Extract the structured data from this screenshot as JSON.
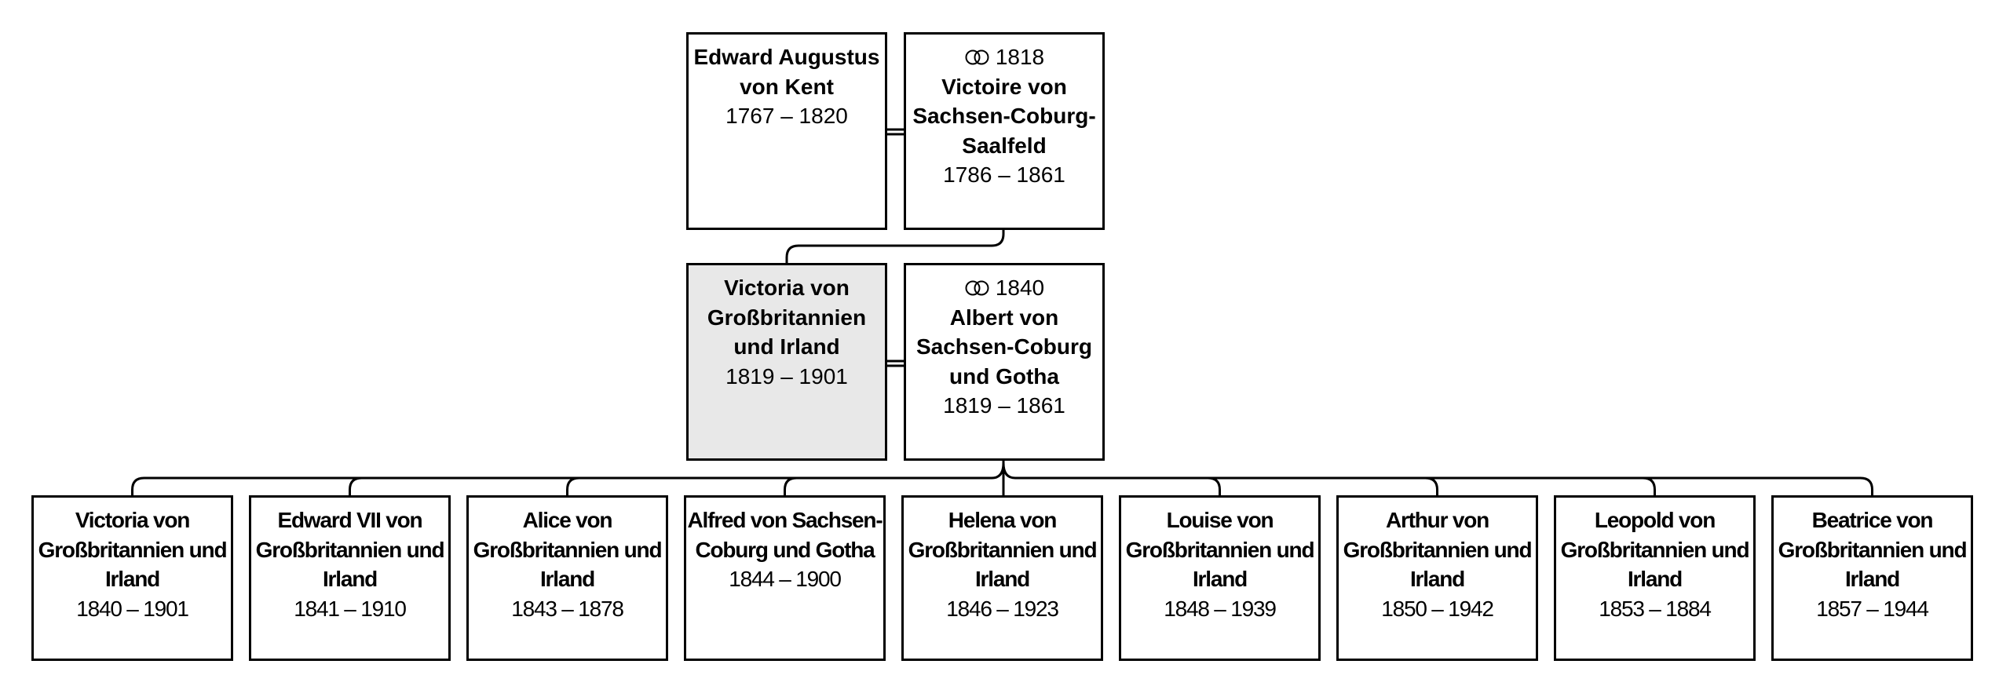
{
  "parents": {
    "father": {
      "name": "Edward Augustus von Kent",
      "dates": "1767 – 1820"
    },
    "mother": {
      "marriage_year": "1818",
      "name": "Victoire von Sachsen-Coburg-Saalfeld",
      "dates": "1786 – 1861"
    }
  },
  "couple": {
    "focus": {
      "name": "Victoria von Großbritannien und Irland",
      "dates": "1819 – 1901"
    },
    "spouse": {
      "marriage_year": "1840",
      "name": "Albert von Sachsen-Coburg und Gotha",
      "dates": "1819 – 1861"
    }
  },
  "children": [
    {
      "name": "Victoria von Großbritannien und Irland",
      "dates": "1840 – 1901"
    },
    {
      "name": "Edward VII von Großbritannien und Irland",
      "dates": "1841 – 1910"
    },
    {
      "name": "Alice von Großbritannien und Irland",
      "dates": "1843 – 1878"
    },
    {
      "name": "Alfred von Sachsen-Coburg und Gotha",
      "dates": "1844 – 1900"
    },
    {
      "name": "Helena von Großbritannien und Irland",
      "dates": "1846 – 1923"
    },
    {
      "name": "Louise von Großbritannien und Irland",
      "dates": "1848 – 1939"
    },
    {
      "name": "Arthur von Großbritannien und Irland",
      "dates": "1850 – 1942"
    },
    {
      "name": "Leopold von Großbritannien und Irland",
      "dates": "1853 – 1884"
    },
    {
      "name": "Beatrice von Großbritannien und Irland",
      "dates": "1857 – 1944"
    }
  ]
}
